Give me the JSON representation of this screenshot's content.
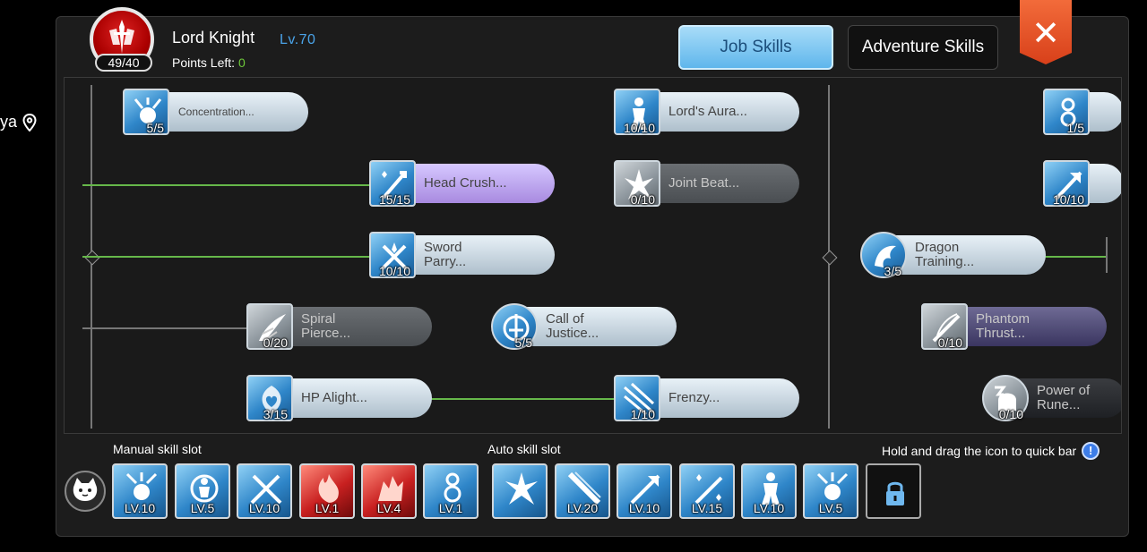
{
  "background": {
    "location_text": "ya"
  },
  "header": {
    "class_name": "Lord Knight",
    "level": "Lv.70",
    "points_badge": "49/40",
    "points_left_label": "Points Left:",
    "points_left_value": "0"
  },
  "tabs": {
    "job_label": "Job Skills",
    "adventure_label": "Adventure Skills"
  },
  "colors": {
    "accent_blue": "#4aa3e8",
    "points_green": "#6ec83a",
    "close_red": "#e0562a",
    "link_green": "#66b84a"
  },
  "skills": [
    {
      "name": "Concentration...",
      "count": "5/5",
      "icon": "concentration-icon"
    },
    {
      "name": "Lord's Aura...",
      "count": "10/10",
      "icon": "lords-aura-icon"
    },
    {
      "name": "",
      "count": "1/5",
      "icon": "rune-symbol-icon"
    },
    {
      "name": "Head Crush...",
      "count": "15/15",
      "icon": "head-crush-icon"
    },
    {
      "name": "Joint Beat...",
      "count": "0/10",
      "icon": "joint-beat-icon"
    },
    {
      "name": "",
      "count": "10/10",
      "icon": "arrow-strike-icon"
    },
    {
      "name": "Sword\nParry...",
      "count": "10/10",
      "icon": "sword-parry-icon"
    },
    {
      "name": "Dragon\nTraining...",
      "count": "3/5",
      "icon": "dragon-training-icon"
    },
    {
      "name": "Spiral\nPierce...",
      "count": "0/20",
      "icon": "spiral-pierce-icon"
    },
    {
      "name": "Call of\nJustice...",
      "count": "5/5",
      "icon": "call-of-justice-icon"
    },
    {
      "name": "Phantom\nThrust...",
      "count": "0/10",
      "icon": "phantom-thrust-icon"
    },
    {
      "name": "HP Alight...",
      "count": "3/15",
      "icon": "hp-alight-icon"
    },
    {
      "name": "Frenzy...",
      "count": "1/10",
      "icon": "frenzy-icon"
    },
    {
      "name": "Power of\nRune...",
      "count": "0/10",
      "icon": "power-of-rune-icon"
    }
  ],
  "slots": {
    "manual_label": "Manual skill slot",
    "auto_label": "Auto skill slot",
    "hint": "Hold and drag the icon to quick bar",
    "manual": [
      {
        "lv": "LV.10",
        "icon": "concentration-icon"
      },
      {
        "lv": "LV.5",
        "icon": "aura-shield-icon"
      },
      {
        "lv": "LV.10",
        "icon": "sword-parry-icon"
      },
      {
        "lv": "LV.1",
        "icon": "fire-burst-icon"
      },
      {
        "lv": "LV.4",
        "icon": "flame-beast-icon"
      },
      {
        "lv": "LV.1",
        "icon": "rune-symbol-icon"
      }
    ],
    "auto": [
      {
        "lv": "",
        "icon": "joint-beat-icon"
      },
      {
        "lv": "LV.20",
        "icon": "blade-slash-icon"
      },
      {
        "lv": "LV.10",
        "icon": "arrow-strike-icon"
      },
      {
        "lv": "LV.15",
        "icon": "head-crush-icon"
      },
      {
        "lv": "LV.10",
        "icon": "lords-aura-icon"
      },
      {
        "lv": "LV.5",
        "icon": "concentration-icon"
      }
    ]
  }
}
